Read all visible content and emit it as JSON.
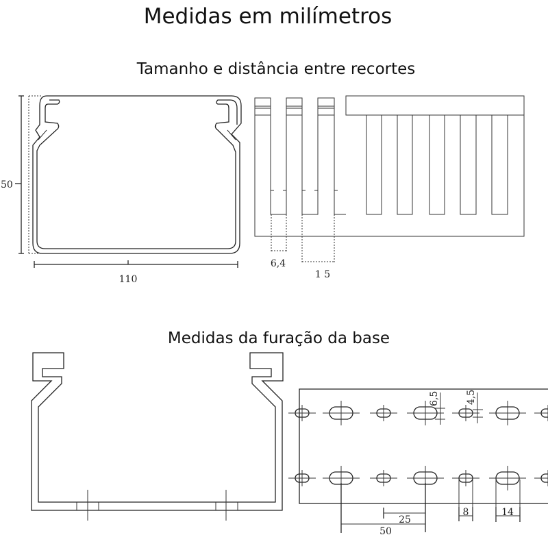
{
  "title": "Medidas em milímetros",
  "section_cutouts": {
    "title": "Tamanho e distância entre recortes",
    "height_label": "50",
    "width_label": "110",
    "slot_width_label": "6,4",
    "slot_pitch_label": "1 5"
  },
  "section_base": {
    "title": "Medidas da furação da base",
    "large_hole_height_label": "6,5",
    "small_hole_height_label": "4,5",
    "small_pitch_label": "25",
    "large_pitch_label": "50",
    "small_hole_width_label": "8",
    "large_hole_width_label": "14"
  }
}
